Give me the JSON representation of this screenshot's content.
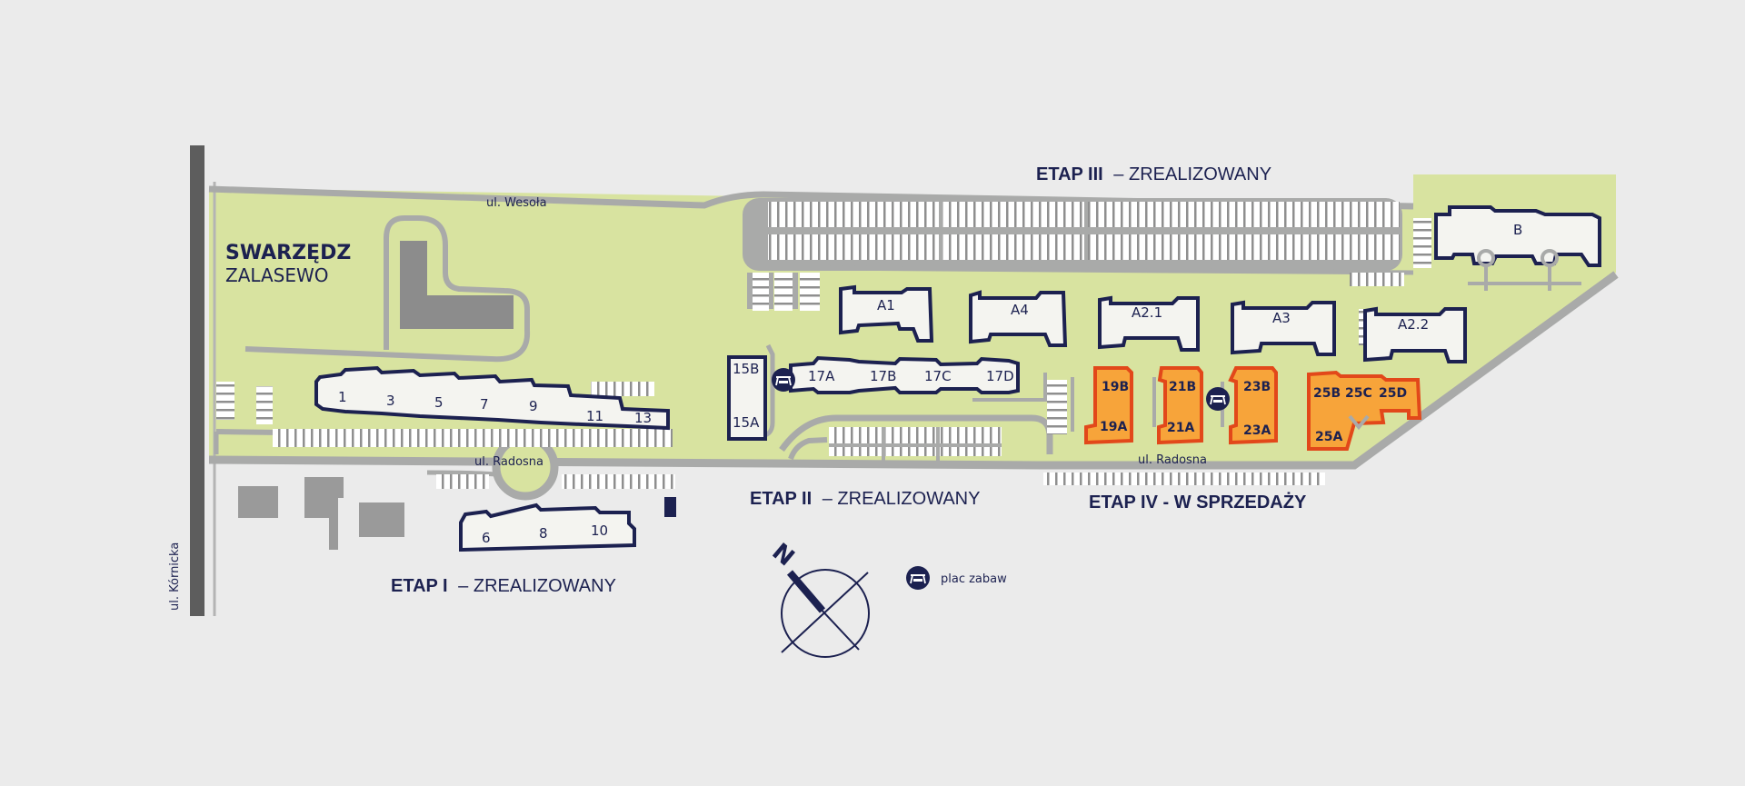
{
  "town": {
    "name": "SWARZĘDZ",
    "district": "ZALASEWO"
  },
  "streets": {
    "wesola": "ul. Wesoła",
    "radosna_west": "ul. Radosna",
    "radosna_east": "ul. Radosna",
    "kornicka": "ul. Kórnicka"
  },
  "stages": {
    "etap1": {
      "name": "ETAP I",
      "status": "– ZREALIZOWANY"
    },
    "etap2": {
      "name": "ETAP II",
      "status": "– ZREALIZOWANY"
    },
    "etap3": {
      "name": "ETAP III",
      "status": "– ZREALIZOWANY"
    },
    "etap4": {
      "name": "ETAP IV - W SPRZEDAŻY",
      "status": ""
    }
  },
  "buildings": {
    "etap1_north": [
      "1",
      "3",
      "5",
      "7",
      "9",
      "11",
      "13"
    ],
    "etap1_south": [
      "6",
      "8",
      "10"
    ],
    "etap2": [
      "15B",
      "15A",
      "17A",
      "17B",
      "17C",
      "17D"
    ],
    "etap3": [
      "A1",
      "A4",
      "A2.1",
      "A3",
      "A2.2",
      "B"
    ],
    "etap4": [
      "19B",
      "19A",
      "21B",
      "21A",
      "23B",
      "23A",
      "25B",
      "25C",
      "25D",
      "25A"
    ]
  },
  "legend": {
    "playground": "plac zabaw"
  },
  "compass": {
    "north": "N"
  },
  "colors": {
    "background": "#ebebeb",
    "site": "#d8e3a0",
    "road": "#a9aaa9",
    "building_outline": "#1c2150",
    "for_sale_fill": "#f7a43a",
    "for_sale_outline": "#e2481a",
    "neighbour_building": "#9a9a9a"
  }
}
